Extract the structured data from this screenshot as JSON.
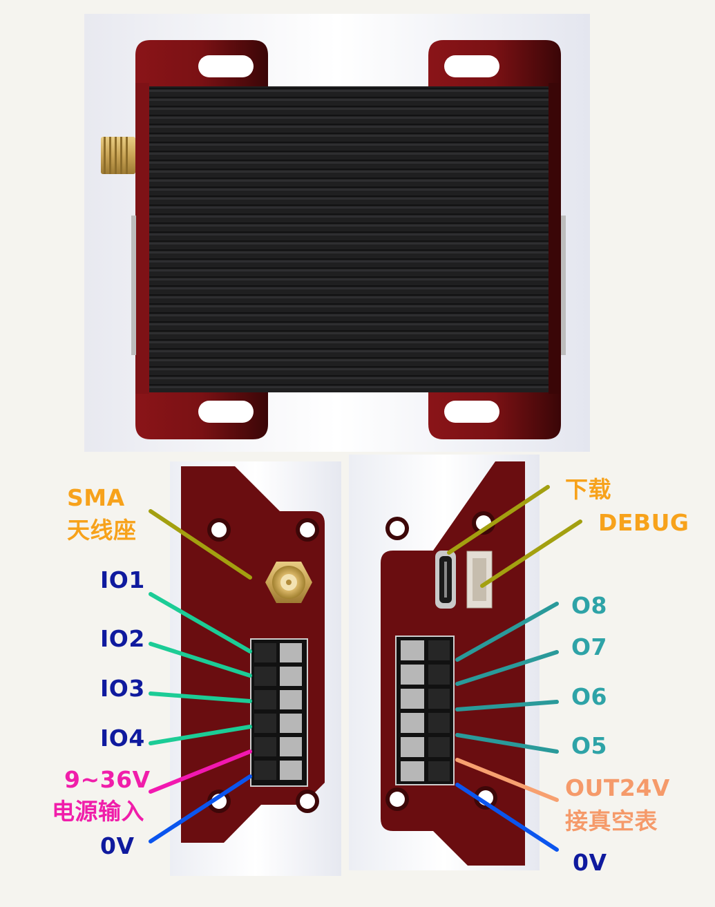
{
  "colors": {
    "enclosure_red": "#7a1114",
    "heatsink_black": "#1c1c1d",
    "label_orange": "#f7a21b",
    "label_navy": "#0f1a9e",
    "label_teal": "#2ea3a7",
    "label_pink": "#f01eaa",
    "label_salmon": "#f59a6a",
    "line_olive": "#a3a010",
    "line_green": "#1ccc96",
    "line_teal": "#2a9a9a",
    "line_pink": "#f218b0",
    "line_blue": "#0b55ee",
    "line_salmon": "#f7a070"
  },
  "left_side": {
    "sma_line1": "SMA",
    "sma_line2": "天线座",
    "io1": "IO1",
    "io2": "IO2",
    "io3": "IO3",
    "io4": "IO4",
    "power_line1": "9~36V",
    "power_line2": "电源输入",
    "gnd": "0V"
  },
  "right_side": {
    "download": "下载",
    "debug": "DEBUG",
    "o8": "O8",
    "o7": "O7",
    "o6": "O6",
    "o5": "O5",
    "out_line1": "OUT24V",
    "out_line2": "接真空表",
    "gnd": "0V"
  }
}
